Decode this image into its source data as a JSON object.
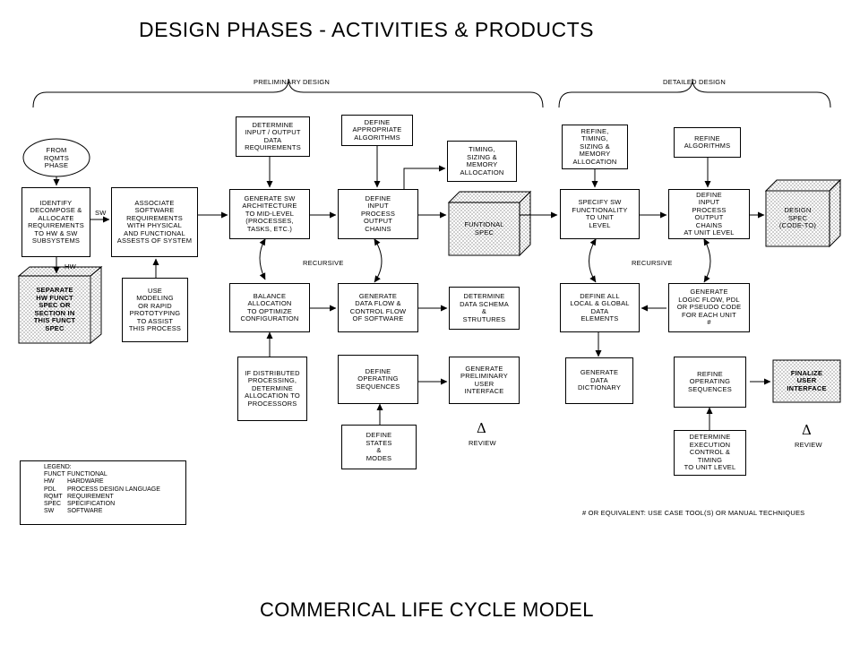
{
  "title": "DESIGN PHASES - ACTIVITIES & PRODUCTS",
  "bottom_title": "COMMERICAL LIFE CYCLE MODEL",
  "phases": {
    "preliminary": "PRELIMINARY DESIGN",
    "detailed": "DETAILED DESIGN"
  },
  "boxes": {
    "from_rqmts": "FROM\nRQMTS\nPHASE",
    "identify": "IDENTIFY\nDECOMPOSE &\nALLOCATE\nREQUIREMENTS\nTO HW & SW\nSUBSYSTEMS",
    "separate": "SEPARATE\nHW FUNCT\nSPEC OR\nSECTION IN\nTHIS FUNCT\nSPEC",
    "associate": "ASSOCIATE\nSOFTWARE\nREQUIREMENTS\nWITH PHYSICAL\nAND FUNCTIONAL\nASSESTS OF SYSTEM",
    "use_modeling": "USE\nMODELING\nOR RAPID\nPROTOTYPING\nTO ASSIST\nTHIS PROCESS",
    "determine_io": "DETERMINE\nINPUT / OUTPUT\nDATA\nREQUIREMENTS",
    "generate_sw_arch": "GENERATE SW\nARCHITECTURE\nTO MID-LEVEL\n(PROCESSES,\nTASKS, ETC.)",
    "balance": "BALANCE\nALLOCATION\nTO OPTIMIZE\nCONFIGURATION",
    "if_distributed": "IF DISTRIBUTED\nPROCESSING,\nDETERMINE\nALLOCATION TO\nPROCESSORS",
    "define_algorithms": "DEFINE\nAPPROPRIATE\nALGORITHMS",
    "define_ipo": "DEFINE\nINPUT\nPROCESS\nOUTPUT\nCHAINS",
    "generate_dataflow": "GENERATE\nDATA FLOW &\nCONTROL FLOW\nOF SOFTWARE",
    "define_seq": "DEFINE\nOPERATING\nSEQUENCES",
    "define_states": "DEFINE\nSTATES\n&\nMODES",
    "timing": "TIMING,\nSIZING &\nMEMORY\nALLOCATION",
    "funct_spec": "FUNTIONAL\nSPEC",
    "determine_schema": "DETERMINE\nDATA SCHEMA\n&\nSTRUTURES",
    "generate_ui": "GENERATE\nPRELIMINARY\nUSER\nINTERFACE",
    "refine_timing": "REFINE,\nTIMING,\nSIZING &\nMEMORY\nALLOCATION",
    "specify_sw": "SPECIFY SW\nFUNCTIONALITY\nTO UNIT\nLEVEL",
    "define_all": "DEFINE ALL\nLOCAL & GLOBAL\nDATA\nELEMENTS",
    "generate_dict": "GENERATE\nDATA\nDICTIONARY",
    "refine_algorithms": "REFINE\nALGORITHMS",
    "define_ipo_unit": "DEFINE\nINPUT\nPROCESS\nOUTPUT\nCHAINS\nAT UNIT LEVEL",
    "generate_logic": "GENERATE\nLOGIC FLOW, PDL\nOR PSEUDO CODE\nFOR EACH UNIT\n#",
    "refine_seq": "REFINE\nOPERATING\nSEQUENCES",
    "determine_exec": "DETERMINE\nEXECUTION\nCONTROL &\nTIMING\nTO UNIT LEVEL",
    "design_spec": "DESIGN\nSPEC\n(CODE-TO)",
    "finalize_ui": "FINALIZE\nUSER\nINTERFACE"
  },
  "labels": {
    "sw": "SW",
    "hw": "HW",
    "recursive_1": "RECURSIVE",
    "recursive_2": "RECURSIVE",
    "review_1": "REVIEW",
    "review_2": "REVIEW",
    "delta": "Δ",
    "footnote": "# OR EQUIVALENT: USE CASE TOOL(S) OR MANUAL TECHNIQUES"
  },
  "legend": {
    "heading": "LEGEND:",
    "rows": [
      {
        "k": "FUNCT",
        "v": "FUNCTIONAL"
      },
      {
        "k": "HW",
        "v": "HARDWARE"
      },
      {
        "k": "PDL",
        "v": "PROCESS DESIGN LANGUAGE"
      },
      {
        "k": "RQMT",
        "v": "REQUIREMENT"
      },
      {
        "k": "SPEC",
        "v": "SPECIFICATION"
      },
      {
        "k": "SW",
        "v": "SOFTWARE"
      }
    ]
  }
}
